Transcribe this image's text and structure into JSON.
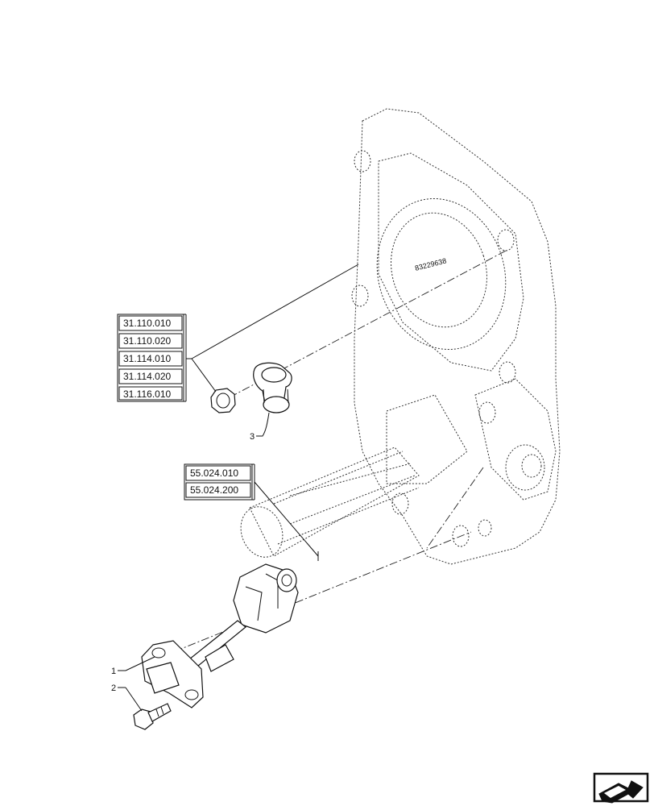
{
  "reference_groups": {
    "group_a": [
      "31.110.010",
      "31.110.020",
      "31.114.010",
      "31.114.020",
      "31.116.010"
    ],
    "group_b": [
      "55.024.010",
      "55.024.200"
    ]
  },
  "callouts": {
    "item1": "1",
    "item2": "2",
    "item3": "3"
  },
  "housing_marking": "83229638",
  "nav_icon": "next-page-arrow-icon"
}
